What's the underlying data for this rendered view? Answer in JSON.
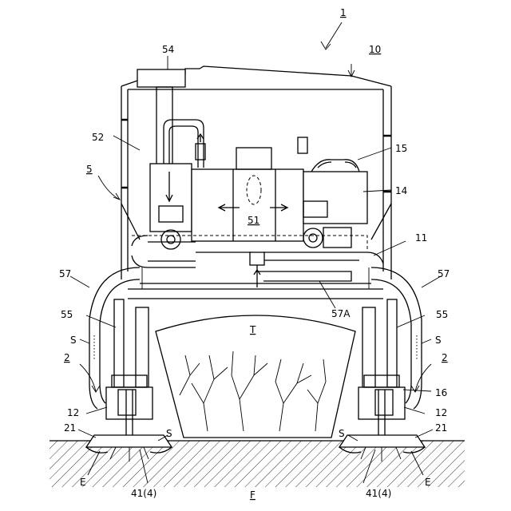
{
  "figure": {
    "labels": {
      "main_ref": "1",
      "body": "10",
      "duct_group": "5",
      "tank_top": "54",
      "pump_left": "52",
      "motor": "15",
      "tank_right": "14",
      "center_unit": "51",
      "hose_left": "57",
      "hose_right": "57",
      "frame": "11",
      "pipe": "57A",
      "support_left": "55",
      "support_right": "55",
      "target": "T",
      "s_left": "S",
      "s_right": "S",
      "wheel_left": "2",
      "wheel_right": "2",
      "head_right": "16",
      "head_left_num": "12",
      "head_right_num": "12",
      "foot_left": "21",
      "foot_right": "21",
      "s_foot_left": "S",
      "s_foot_right": "S",
      "e_left": "E",
      "e_right": "E",
      "nozzle_left": "41(4)",
      "nozzle_right": "41(4)",
      "floor": "F"
    }
  }
}
